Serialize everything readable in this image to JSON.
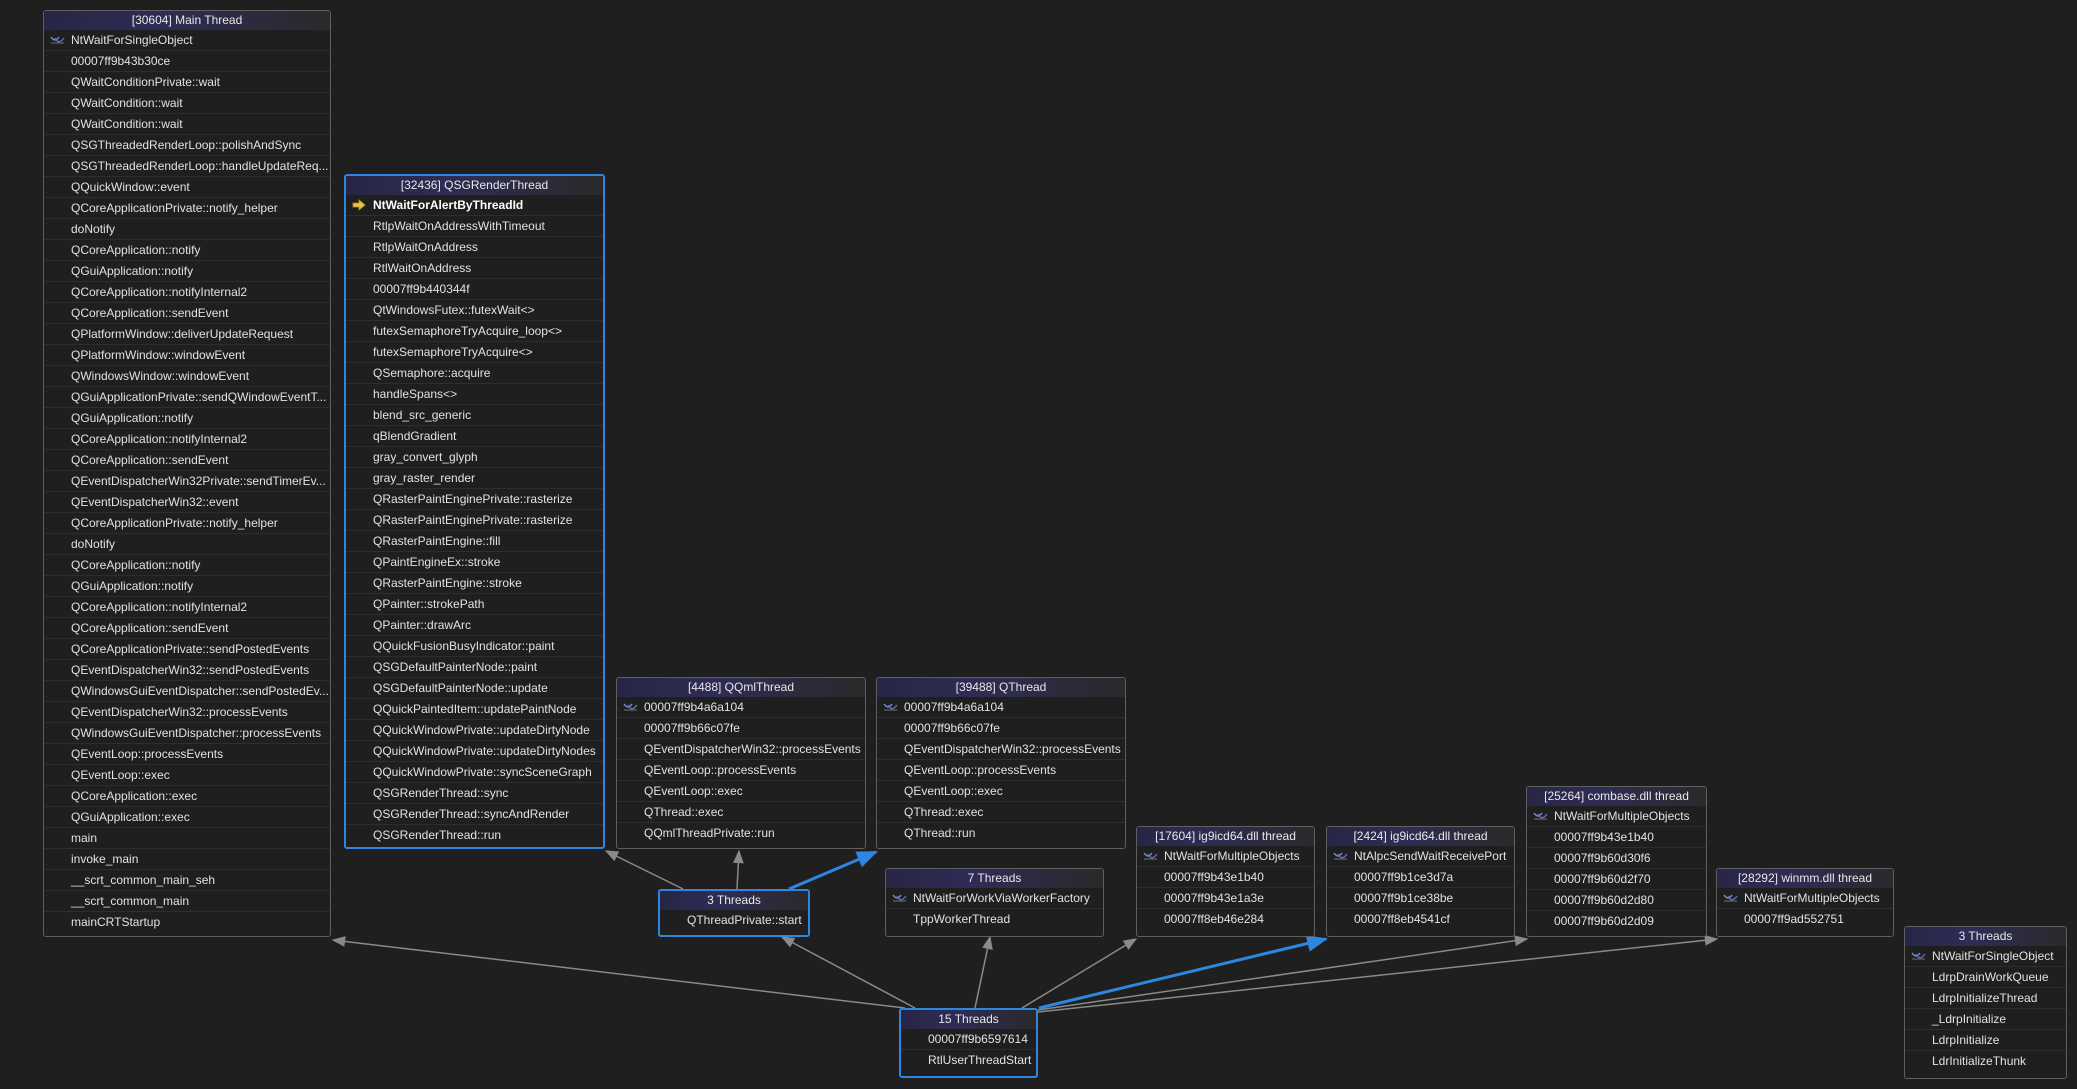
{
  "colors": {
    "background": "#1f1f1f",
    "node_border": "#5f5f5f",
    "selected": "#2f86e0",
    "text": "#e2e2e2"
  },
  "icons": {
    "thread_wait": "multiple-threads-icon",
    "current_frame": "current-frame-arrow-icon"
  },
  "nodes": [
    {
      "title": "[30604] Main Thread",
      "frames": [
        {
          "label": "NtWaitForSingleObject",
          "icon": "thread"
        },
        {
          "label": "00007ff9b43b30ce"
        },
        {
          "label": "QWaitConditionPrivate::wait"
        },
        {
          "label": "QWaitCondition::wait"
        },
        {
          "label": "QWaitCondition::wait"
        },
        {
          "label": "QSGThreadedRenderLoop::polishAndSync"
        },
        {
          "label": "QSGThreadedRenderLoop::handleUpdateReq..."
        },
        {
          "label": "QQuickWindow::event"
        },
        {
          "label": "QCoreApplicationPrivate::notify_helper"
        },
        {
          "label": "doNotify"
        },
        {
          "label": "QCoreApplication::notify"
        },
        {
          "label": "QGuiApplication::notify"
        },
        {
          "label": "QCoreApplication::notifyInternal2"
        },
        {
          "label": "QCoreApplication::sendEvent"
        },
        {
          "label": "QPlatformWindow::deliverUpdateRequest"
        },
        {
          "label": "QPlatformWindow::windowEvent"
        },
        {
          "label": "QWindowsWindow::windowEvent"
        },
        {
          "label": "QGuiApplicationPrivate::sendQWindowEventT..."
        },
        {
          "label": "QGuiApplication::notify"
        },
        {
          "label": "QCoreApplication::notifyInternal2"
        },
        {
          "label": "QCoreApplication::sendEvent"
        },
        {
          "label": "QEventDispatcherWin32Private::sendTimerEv..."
        },
        {
          "label": "QEventDispatcherWin32::event"
        },
        {
          "label": "QCoreApplicationPrivate::notify_helper"
        },
        {
          "label": "doNotify"
        },
        {
          "label": "QCoreApplication::notify"
        },
        {
          "label": "QGuiApplication::notify"
        },
        {
          "label": "QCoreApplication::notifyInternal2"
        },
        {
          "label": "QCoreApplication::sendEvent"
        },
        {
          "label": "QCoreApplicationPrivate::sendPostedEvents"
        },
        {
          "label": "QEventDispatcherWin32::sendPostedEvents"
        },
        {
          "label": "QWindowsGuiEventDispatcher::sendPostedEv..."
        },
        {
          "label": "QEventDispatcherWin32::processEvents"
        },
        {
          "label": "QWindowsGuiEventDispatcher::processEvents"
        },
        {
          "label": "QEventLoop::processEvents"
        },
        {
          "label": "QEventLoop::exec"
        },
        {
          "label": "QCoreApplication::exec"
        },
        {
          "label": "QGuiApplication::exec"
        },
        {
          "label": "main"
        },
        {
          "label": "invoke_main"
        },
        {
          "label": "__scrt_common_main_seh"
        },
        {
          "label": "__scrt_common_main"
        },
        {
          "label": "mainCRTStartup"
        }
      ]
    },
    {
      "title": "[32436] QSGRenderThread",
      "selected": true,
      "frames": [
        {
          "label": "NtWaitForAlertByThreadId",
          "icon": "current",
          "current": true
        },
        {
          "label": "RtlpWaitOnAddressWithTimeout"
        },
        {
          "label": "RtlpWaitOnAddress"
        },
        {
          "label": "RtlWaitOnAddress"
        },
        {
          "label": "00007ff9b440344f"
        },
        {
          "label": "QtWindowsFutex::futexWait<>"
        },
        {
          "label": "futexSemaphoreTryAcquire_loop<>"
        },
        {
          "label": "futexSemaphoreTryAcquire<>"
        },
        {
          "label": "QSemaphore::acquire"
        },
        {
          "label": "handleSpans<>"
        },
        {
          "label": "blend_src_generic"
        },
        {
          "label": "qBlendGradient"
        },
        {
          "label": "gray_convert_glyph"
        },
        {
          "label": "gray_raster_render"
        },
        {
          "label": "QRasterPaintEnginePrivate::rasterize"
        },
        {
          "label": "QRasterPaintEnginePrivate::rasterize"
        },
        {
          "label": "QRasterPaintEngine::fill"
        },
        {
          "label": "QPaintEngineEx::stroke"
        },
        {
          "label": "QRasterPaintEngine::stroke"
        },
        {
          "label": "QPainter::strokePath"
        },
        {
          "label": "QPainter::drawArc"
        },
        {
          "label": "QQuickFusionBusyIndicator::paint"
        },
        {
          "label": "QSGDefaultPainterNode::paint"
        },
        {
          "label": "QSGDefaultPainterNode::update"
        },
        {
          "label": "QQuickPaintedItem::updatePaintNode"
        },
        {
          "label": "QQuickWindowPrivate::updateDirtyNode"
        },
        {
          "label": "QQuickWindowPrivate::updateDirtyNodes"
        },
        {
          "label": "QQuickWindowPrivate::syncSceneGraph"
        },
        {
          "label": "QSGRenderThread::sync"
        },
        {
          "label": "QSGRenderThread::syncAndRender"
        },
        {
          "label": "QSGRenderThread::run"
        }
      ]
    },
    {
      "title": "[4488] QQmlThread",
      "frames": [
        {
          "label": "00007ff9b4a6a104",
          "icon": "thread"
        },
        {
          "label": "00007ff9b66c07fe"
        },
        {
          "label": "QEventDispatcherWin32::processEvents"
        },
        {
          "label": "QEventLoop::processEvents"
        },
        {
          "label": "QEventLoop::exec"
        },
        {
          "label": "QThread::exec"
        },
        {
          "label": "QQmlThreadPrivate::run"
        }
      ]
    },
    {
      "title": "[39488] QThread",
      "frames": [
        {
          "label": "00007ff9b4a6a104",
          "icon": "thread"
        },
        {
          "label": "00007ff9b66c07fe"
        },
        {
          "label": "QEventDispatcherWin32::processEvents"
        },
        {
          "label": "QEventLoop::processEvents"
        },
        {
          "label": "QEventLoop::exec"
        },
        {
          "label": "QThread::exec"
        },
        {
          "label": "QThread::run"
        }
      ]
    },
    {
      "title": "3 Threads",
      "selected": true,
      "frames": [
        {
          "label": "QThreadPrivate::start"
        }
      ]
    },
    {
      "title": "7 Threads",
      "frames": [
        {
          "label": "NtWaitForWorkViaWorkerFactory",
          "icon": "thread"
        },
        {
          "label": "TppWorkerThread"
        }
      ]
    },
    {
      "title": "[17604] ig9icd64.dll thread",
      "frames": [
        {
          "label": "NtWaitForMultipleObjects",
          "icon": "thread"
        },
        {
          "label": "00007ff9b43e1b40"
        },
        {
          "label": "00007ff9b43e1a3e"
        },
        {
          "label": "00007ff8eb46e284"
        }
      ]
    },
    {
      "title": "[2424] ig9icd64.dll thread",
      "frames": [
        {
          "label": "NtAlpcSendWaitReceivePort",
          "icon": "thread"
        },
        {
          "label": "00007ff9b1ce3d7a"
        },
        {
          "label": "00007ff9b1ce38be"
        },
        {
          "label": "00007ff8eb4541cf"
        }
      ]
    },
    {
      "title": "[25264] combase.dll thread",
      "frames": [
        {
          "label": "NtWaitForMultipleObjects",
          "icon": "thread"
        },
        {
          "label": "00007ff9b43e1b40"
        },
        {
          "label": "00007ff9b60d30f6"
        },
        {
          "label": "00007ff9b60d2f70"
        },
        {
          "label": "00007ff9b60d2d80"
        },
        {
          "label": "00007ff9b60d2d09"
        }
      ]
    },
    {
      "title": "[28292] winmm.dll thread",
      "frames": [
        {
          "label": "NtWaitForMultipleObjects",
          "icon": "thread"
        },
        {
          "label": "00007ff9ad552751"
        }
      ]
    },
    {
      "title": "3 Threads",
      "frames": [
        {
          "label": "NtWaitForSingleObject",
          "icon": "thread"
        },
        {
          "label": "LdrpDrainWorkQueue"
        },
        {
          "label": "LdrpInitializeThread"
        },
        {
          "label": "_LdrpInitialize"
        },
        {
          "label": "LdrpInitialize"
        },
        {
          "label": "LdrInitializeThunk"
        }
      ]
    },
    {
      "title": "15 Threads",
      "selected": true,
      "frames": [
        {
          "label": "00007ff9b6597614"
        },
        {
          "label": "RtlUserThreadStart"
        }
      ]
    }
  ]
}
